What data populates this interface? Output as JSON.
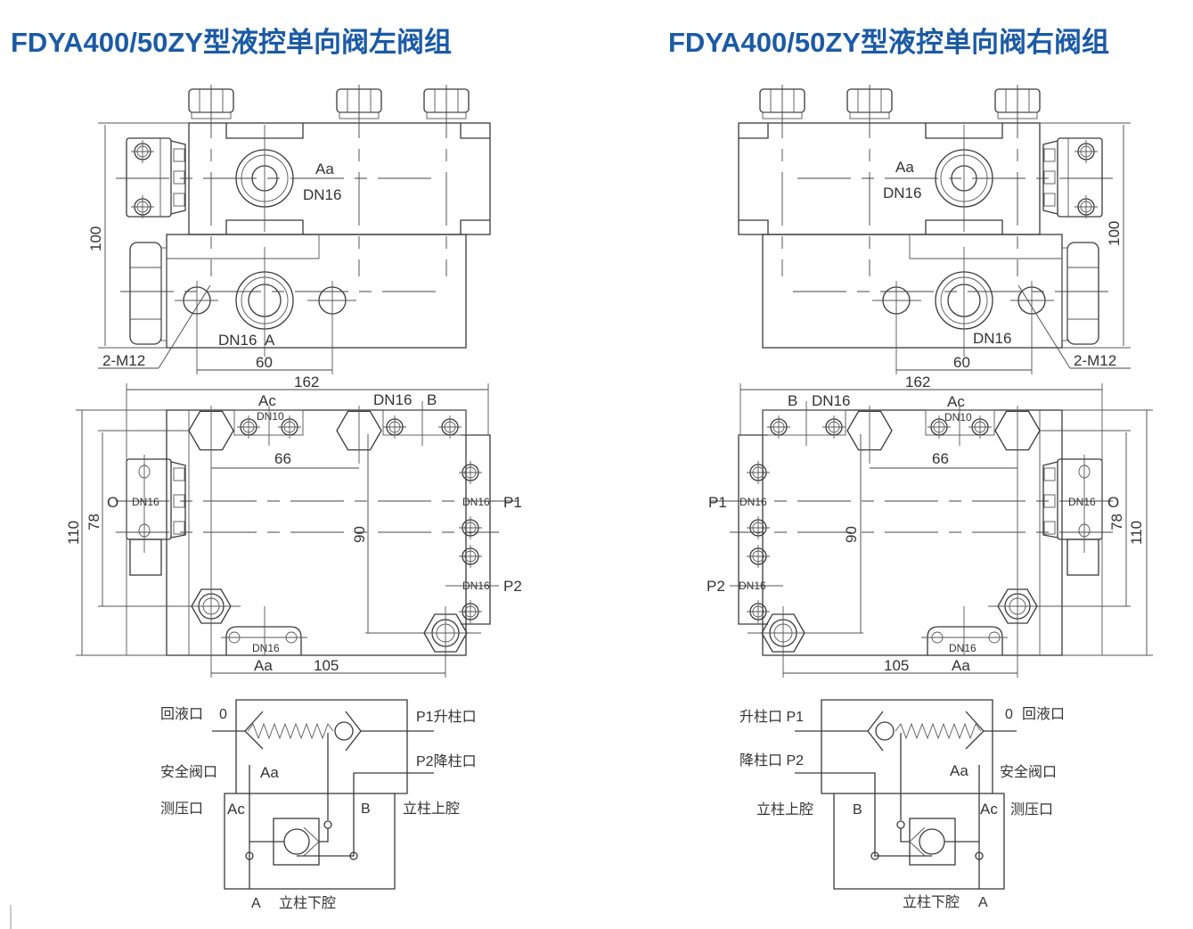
{
  "titles": {
    "left": "FDYA400/50ZY型液控单向阀左阀组",
    "right": "FDYA400/50ZY型液控单向阀右阀组"
  },
  "colors": {
    "title": "#1b5aa5",
    "line": "#3a3a3a"
  },
  "left": {
    "top_view": {
      "aa": "Aa",
      "dn16_aa": "DN16",
      "dn16_a": "DN16  A",
      "dim_60": "60",
      "m12": "2-M12",
      "dim_100": "100",
      "dim_162": "162"
    },
    "front_view": {
      "ac": "Ac",
      "dn10": "DN10",
      "dn16_b": "DN16",
      "b": "B",
      "dim_66": "66",
      "o": "O",
      "dn16_o": "DN16",
      "p1": "P1",
      "dn16_p1": "DN16",
      "p2": "P2",
      "dn16_p2": "DN16",
      "dim_90": "90",
      "dim_78": "78",
      "dim_110": "110",
      "dn16_aa": "DN16",
      "aa": "Aa",
      "dim_105": "105"
    },
    "schematic": {
      "return_port": "回液口",
      "o": "0",
      "safety_port": "安全阀口",
      "aa": "Aa",
      "pressure_port": "测压口",
      "ac": "Ac",
      "b": "B",
      "upper_chamber": "立柱上腔",
      "p1": "P1升柱口",
      "p2": "P2降柱口",
      "a": "A",
      "lower_chamber": "立柱下腔"
    }
  },
  "right": {
    "top_view": {
      "aa": "Aa",
      "dn16_aa": "DN16",
      "dn16_a": "DN16",
      "dim_60": "60",
      "m12": "2-M12",
      "dim_100": "100",
      "dim_162": "162"
    },
    "front_view": {
      "b": "B",
      "dn16_b": "DN16",
      "ac": "Ac",
      "dn10": "DN10",
      "dim_66": "66",
      "p1": "P1",
      "dn16_p1": "DN16",
      "o": "O",
      "dn16_o": "DN16",
      "dim_78": "78",
      "dim_110": "110",
      "dim_90": "90",
      "p2": "P2",
      "dn16_p2": "DN16",
      "dn16_aa": "DN16",
      "aa": "Aa",
      "dim_105": "105"
    },
    "schematic": {
      "p1": "升柱口 P1",
      "o": "0",
      "return_port": "回液口",
      "p2": "降柱口 P2",
      "aa": "Aa",
      "safety_port": "安全阀口",
      "upper_chamber": "立柱上腔",
      "b": "B",
      "ac": "Ac",
      "pressure_port": "测压口",
      "lower_chamber": "立柱下腔",
      "a": "A"
    }
  }
}
